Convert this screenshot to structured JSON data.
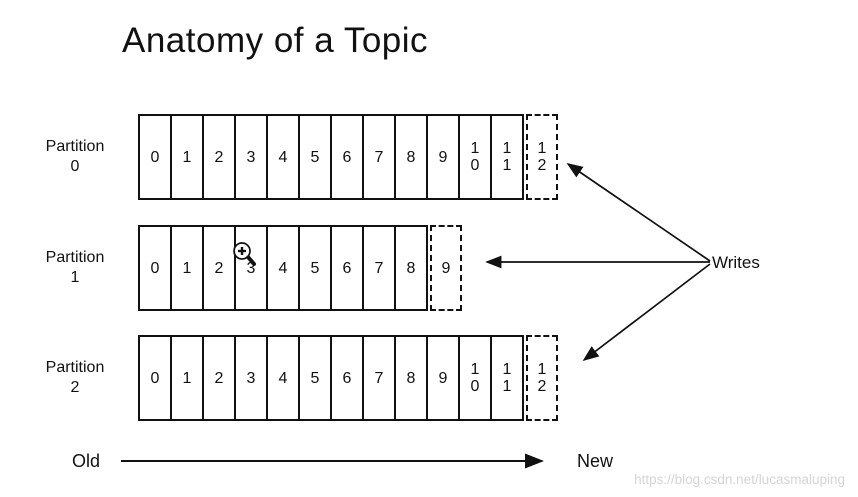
{
  "title": "Anatomy of a Topic",
  "partitions": [
    {
      "label": "Partition",
      "number": "0",
      "committed_offsets": [
        "0",
        "1",
        "2",
        "3",
        "4",
        "5",
        "6",
        "7",
        "8",
        "9",
        "10",
        "11"
      ],
      "next_offsets": [
        "12"
      ]
    },
    {
      "label": "Partition",
      "number": "1",
      "committed_offsets": [
        "0",
        "1",
        "2",
        "3",
        "4",
        "5",
        "6",
        "7",
        "8"
      ],
      "next_offsets": [
        "9"
      ]
    },
    {
      "label": "Partition",
      "number": "2",
      "committed_offsets": [
        "0",
        "1",
        "2",
        "3",
        "4",
        "5",
        "6",
        "7",
        "8",
        "9",
        "10",
        "11"
      ],
      "next_offsets": [
        "12"
      ]
    }
  ],
  "writes_label": "Writes",
  "timeline": {
    "old_label": "Old",
    "new_label": "New"
  },
  "watermark": "https://blog.csdn.net/lucasmaluping",
  "icons": {
    "cursor": "zoom-in-cursor",
    "arrows": [
      "writes-arrow-partition-0",
      "writes-arrow-partition-1",
      "writes-arrow-partition-2",
      "old-to-new-arrow"
    ]
  },
  "colors": {
    "line": "#111111",
    "text": "#111111",
    "watermark": "#d2d5d9",
    "background": "#ffffff"
  }
}
